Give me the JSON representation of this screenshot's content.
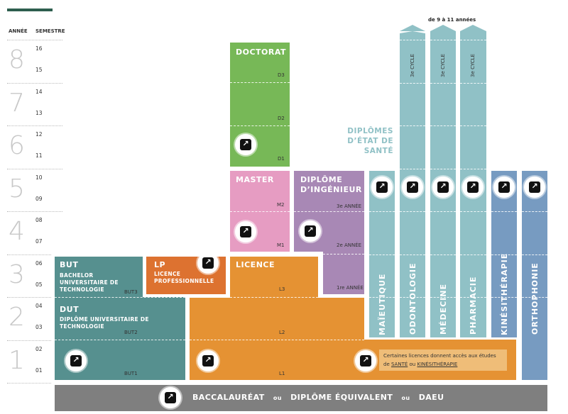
{
  "header": {
    "annee": "ANNÉE",
    "semestre": "SEMESTRE",
    "duration_note": "de 9 à 11 années"
  },
  "years": [
    {
      "n": "8",
      "s": [
        "16",
        "15"
      ]
    },
    {
      "n": "7",
      "s": [
        "14",
        "13"
      ]
    },
    {
      "n": "6",
      "s": [
        "12",
        "11"
      ]
    },
    {
      "n": "5",
      "s": [
        "10",
        "09"
      ]
    },
    {
      "n": "4",
      "s": [
        "08",
        "07"
      ]
    },
    {
      "n": "3",
      "s": [
        "06",
        "05"
      ]
    },
    {
      "n": "2",
      "s": [
        "04",
        "03"
      ]
    },
    {
      "n": "1",
      "s": [
        "02",
        "01"
      ]
    }
  ],
  "but": {
    "title": "BUT",
    "subtitle": "BACHELOR UNIVERSITAIRE DE TECHNOLOGIE",
    "levels": [
      "BUT3",
      "BUT2",
      "BUT1"
    ]
  },
  "dut": {
    "title": "DUT",
    "subtitle": "DIPLÔME UNIVERSITAIRE DE TECHNOLOGIE"
  },
  "lp": {
    "title": "LP",
    "subtitle": "LICENCE PROFESSIONNELLE"
  },
  "licence": {
    "title": "LICENCE",
    "levels": [
      "L3",
      "L2",
      "L1"
    ],
    "note_prefix": "Certaines licences donnent accès aux études de",
    "note_link1": "SANTÉ",
    "note_or": "ou",
    "note_link2": "KINÉSITHÉRAPIE"
  },
  "master": {
    "title": "MASTER",
    "levels": [
      "M2",
      "M1"
    ]
  },
  "doctorat": {
    "title": "DOCTORAT",
    "levels": [
      "D3",
      "D2",
      "D1"
    ]
  },
  "ingenieur": {
    "title": "DIPLÔME D’INGÉNIEUR",
    "levels": [
      "3e ANNÉE",
      "2e ANNÉE",
      "1re ANNÉE"
    ]
  },
  "sante": {
    "title": "DIPLÔMES D’ÉTAT DE SANTÉ",
    "cycle": "3e CYCLE",
    "columns": [
      "MAÏEUTIQUE",
      "ODONTOLOGIE",
      "MÉDECINE",
      "PHARMACIE",
      "KINÉSITHÉRAPIE",
      "ORTHOPHONIE"
    ]
  },
  "bac": {
    "a": "BACCALAURÉAT",
    "ou": "ou",
    "b": "DIPLÔME ÉQUIVALENT",
    "c": "DAEU"
  },
  "icons": {
    "link": "arrow-link-icon"
  },
  "colors": {
    "but": "#56908f",
    "lp": "#dd7230",
    "licence": "#e59233",
    "master": "#e69cc2",
    "ingenieur": "#a888b5",
    "doctorat": "#77b857",
    "sante": "#90c1c6",
    "kine": "#779bc1",
    "bac": "#7f7f7f"
  }
}
